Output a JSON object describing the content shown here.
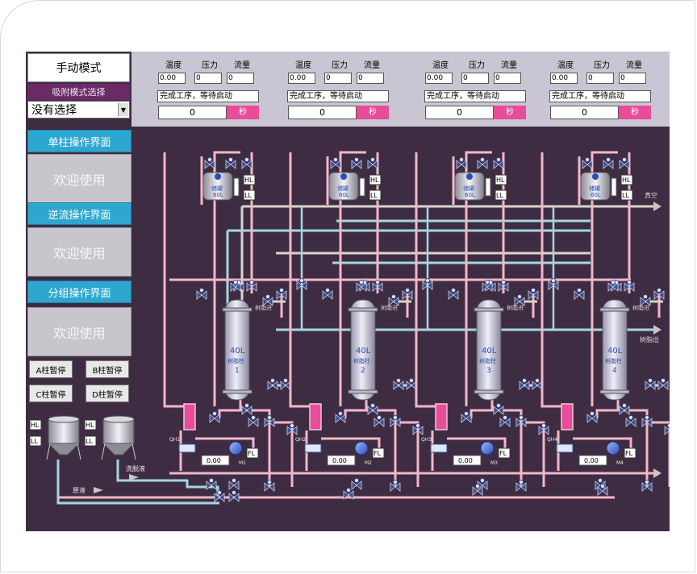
{
  "left_panel": {
    "mode_title": "手动模式",
    "mode_select_label": "吸附模式选择",
    "mode_select_value": "没有选择",
    "sections": [
      {
        "button": "单柱操作界面",
        "welcome": "欢迎使用"
      },
      {
        "button": "逆流操作界面",
        "welcome": "欢迎使用"
      },
      {
        "button": "分组操作界面",
        "welcome": "欢迎使用"
      }
    ],
    "pause_buttons": [
      "A柱暂停",
      "B柱暂停",
      "C柱暂停",
      "D柱暂停"
    ]
  },
  "columns": [
    {
      "temp_label": "温度",
      "pressure_label": "压力",
      "flow_label": "流量",
      "temp": "0.00",
      "pressure": "0",
      "flow": "0",
      "status": "完成工序，等待启动",
      "timer": "0",
      "timer_unit": "秒"
    },
    {
      "temp_label": "温度",
      "pressure_label": "压力",
      "flow_label": "流量",
      "temp": "0.00",
      "pressure": "0",
      "flow": "0",
      "status": "完成工序，等待启动",
      "timer": "0",
      "timer_unit": "秒"
    },
    {
      "temp_label": "温度",
      "pressure_label": "压力",
      "flow_label": "流量",
      "temp": "0.00",
      "pressure": "0",
      "flow": "0",
      "status": "完成工序，等待启动",
      "timer": "0",
      "timer_unit": "秒"
    },
    {
      "temp_label": "温度",
      "pressure_label": "压力",
      "flow_label": "流量",
      "temp": "0.00",
      "pressure": "0",
      "flow": "0",
      "status": "完成工序，等待启动",
      "timer": "0",
      "timer_unit": "秒"
    }
  ],
  "diagram": {
    "units": [
      {
        "tank_label_1": "储罐",
        "tank_label_2": "60L",
        "hl": "HL",
        "ll": "LL",
        "column_size": "40L",
        "column_name": "树脂柱",
        "column_no": "1",
        "qh": "QH1",
        "flow_value": "0.00",
        "fl": "FL",
        "pump": "M1"
      },
      {
        "tank_label_1": "储罐",
        "tank_label_2": "60L",
        "hl": "HL",
        "ll": "LL",
        "column_size": "40L",
        "column_name": "树脂柱",
        "column_no": "2",
        "qh": "QH2",
        "flow_value": "0.00",
        "fl": "FL",
        "pump": "M2"
      },
      {
        "tank_label_1": "储罐",
        "tank_label_2": "60L",
        "hl": "HL",
        "ll": "LL",
        "column_size": "40L",
        "column_name": "树脂柱",
        "column_no": "3",
        "qh": "QH3",
        "flow_value": "0.00",
        "fl": "FL",
        "pump": "M3"
      },
      {
        "tank_label_1": "储罐",
        "tank_label_2": "60L",
        "hl": "HL",
        "ll": "LL",
        "column_size": "40L",
        "column_name": "树脂柱",
        "column_no": "4",
        "qh": "QH4",
        "flow_value": "0.00",
        "fl": "FL",
        "pump": "M4"
      }
    ],
    "resin_in_label": "树脂进",
    "resin_out_label": "树脂出",
    "vacuum_label": "真空",
    "eluent_label": "洗脱液",
    "feed_label": "原液",
    "bottom_tank_hl": "HL",
    "bottom_tank_ll": "LL",
    "colors": {
      "pink_pipe": "#f3b7c9",
      "blue_pipe": "#a6d6e2",
      "gray_pipe": "#d9d4cc",
      "accent_pink": "#e94c99",
      "accent_blue": "#2ea7d0"
    }
  }
}
